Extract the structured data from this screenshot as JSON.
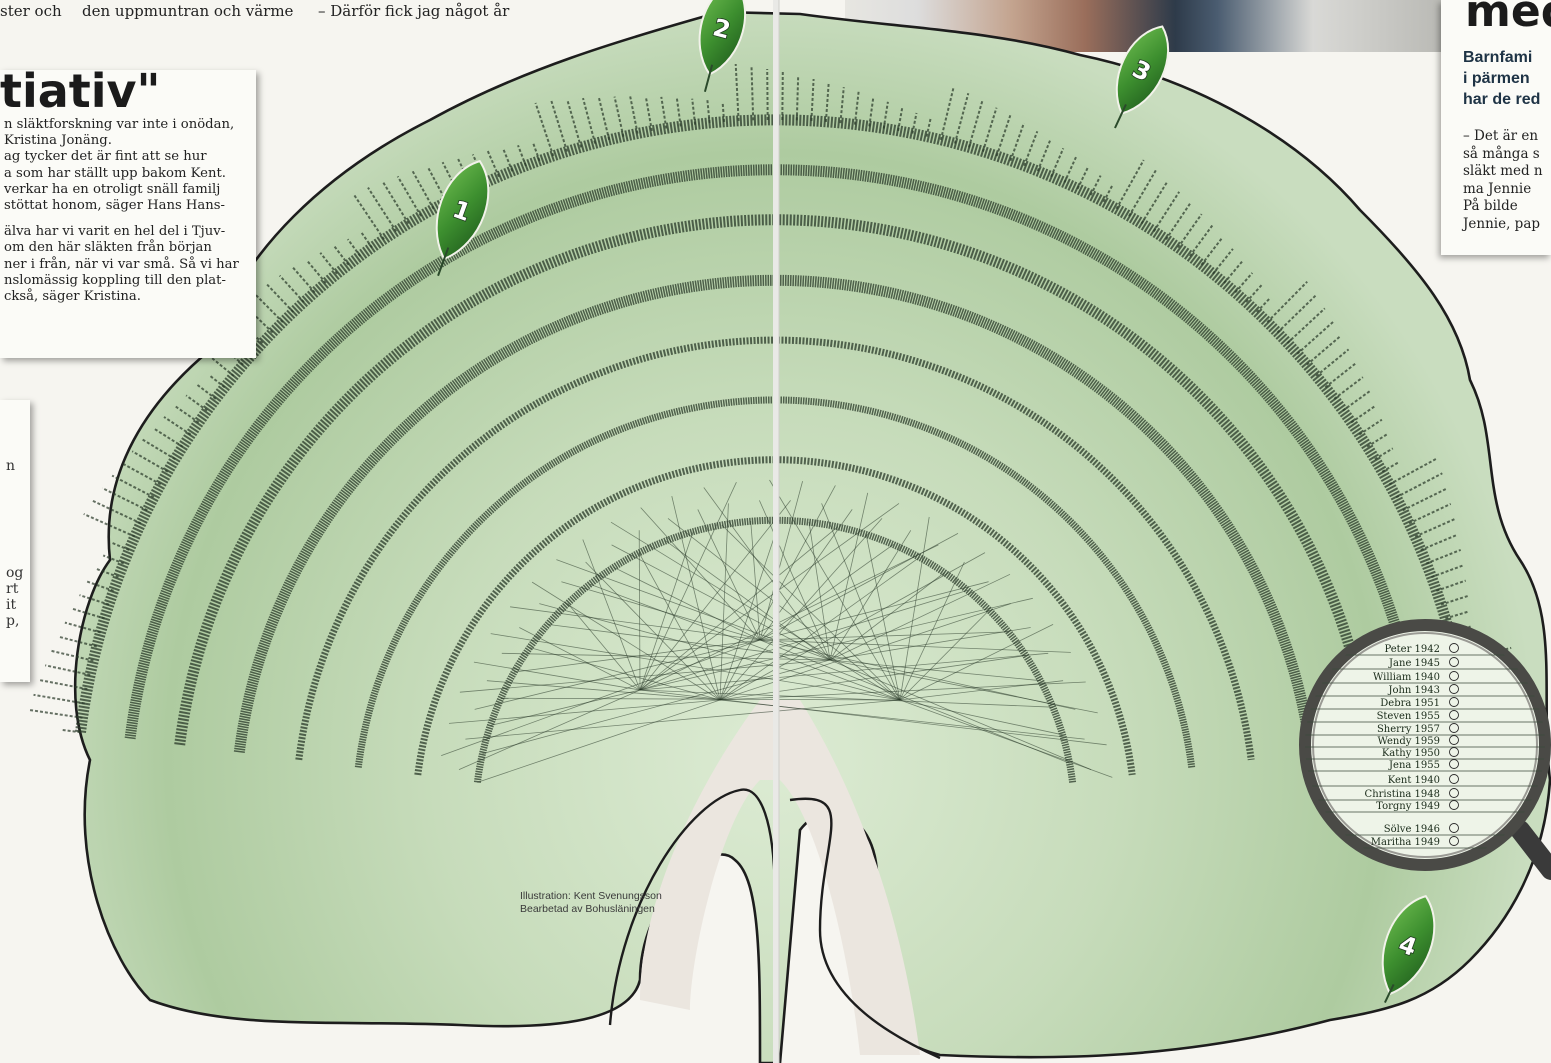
{
  "left_page": {
    "top_fragments": [
      "ster och",
      "den uppmuntran och värme",
      "– Därför fick jag något år"
    ],
    "sidebar": {
      "headline": "tiativ\"",
      "paragraphs": [
        "n släktforskning var inte i onödan,",
        " Kristina Jonäng.",
        "ag tycker det är fint att se hur",
        "a som har ställt upp bakom Kent.",
        "verkar ha en otroligt snäll familj",
        "stöttat honom, säger Hans Hans-",
        "",
        "älva har vi varit en hel del i Tjuv-",
        "om den här släkten från början",
        "ner i från, när vi var små. Så vi har",
        "nslomässig koppling till den plat-",
        "ckså, säger Kristina."
      ]
    },
    "lower_fragments": [
      "n",
      "og",
      "rt",
      "it",
      "p,"
    ]
  },
  "right_page": {
    "headline": "med",
    "lead_lines": [
      "Barnfami",
      "i pärmen",
      "har de red"
    ],
    "body_lines": [
      "– Det är en",
      "så många s",
      "släkt med n",
      "ma Jennie",
      "  På bilde",
      "Jennie, pap"
    ]
  },
  "tree": {
    "badges": [
      "1",
      "2",
      "3",
      "4"
    ],
    "colors": {
      "canopy": "#b9d3ad",
      "canopy_edge": "#cfe2c4",
      "branches": "#283828",
      "leaf": "#3d8f2f",
      "leaf_dark": "#1e5a1c",
      "trunk": "#ebe6df"
    }
  },
  "magnifier": {
    "entries": [
      {
        "name": "Peter",
        "year": "1942"
      },
      {
        "name": "Jane",
        "year": "1945"
      },
      {
        "name": "William",
        "year": "1940"
      },
      {
        "name": "John",
        "year": "1943"
      },
      {
        "name": "Debra",
        "year": "1951"
      },
      {
        "name": "Steven",
        "year": "1955"
      },
      {
        "name": "Sherry",
        "year": "1957"
      },
      {
        "name": "Wendy",
        "year": "1959"
      },
      {
        "name": "Kathy",
        "year": "1950"
      },
      {
        "name": "Jena",
        "year": "1955"
      },
      {
        "name": "Kent",
        "year": "1940"
      },
      {
        "name": "Christina",
        "year": "1948"
      },
      {
        "name": "Torgny",
        "year": "1949"
      },
      {
        "name": "Sölve",
        "year": "1946"
      },
      {
        "name": "Maritha",
        "year": "1949"
      }
    ]
  },
  "credit": [
    "Illustration: Kent Svenungsson",
    "Bearbetad av Bohusläningen"
  ]
}
